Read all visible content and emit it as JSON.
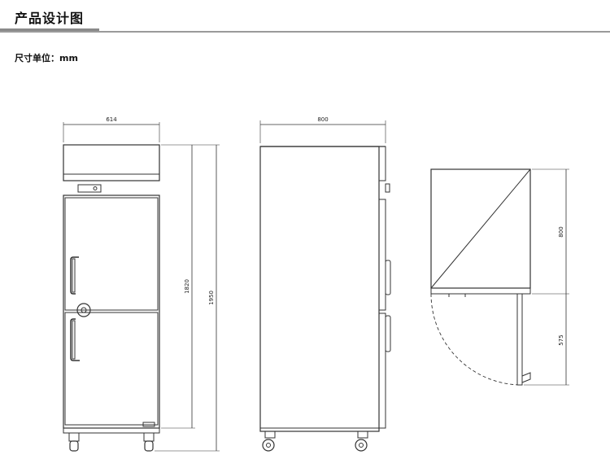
{
  "header": {
    "title": "产品设计图"
  },
  "unit_label": "尺寸单位：mm",
  "dimensions": {
    "front_width": "614",
    "front_door_height": "1820",
    "front_total_height": "1950",
    "side_depth": "800",
    "swing_depth": "800",
    "swing_door_extent": "575"
  }
}
